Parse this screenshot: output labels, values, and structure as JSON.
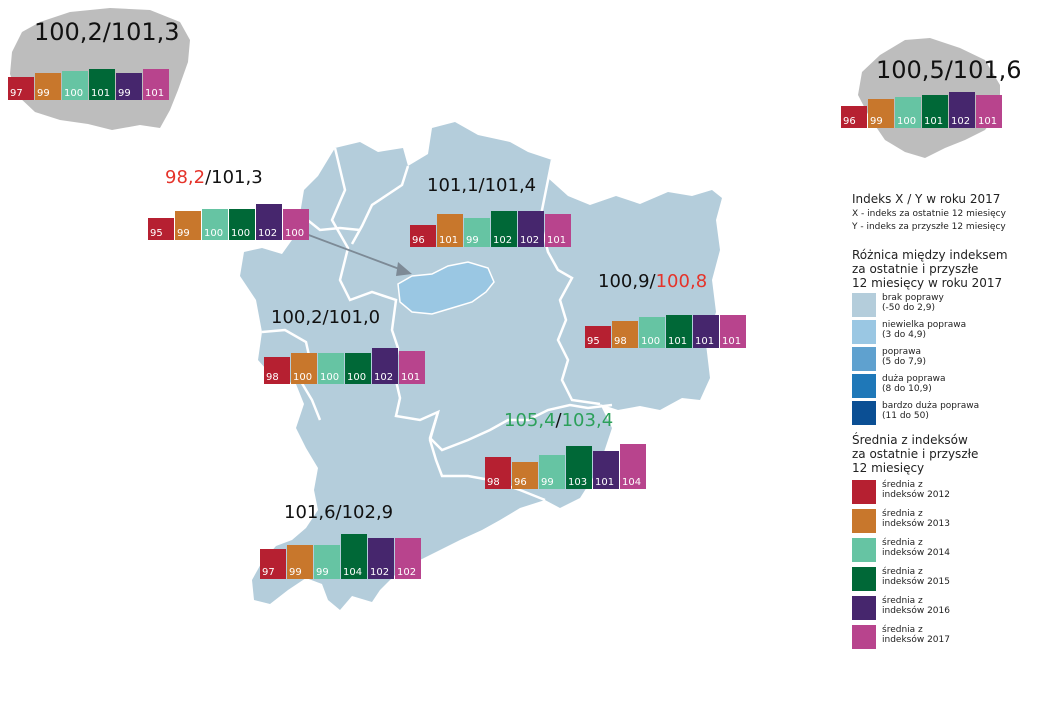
{
  "colors": {
    "y2012": "#b62031",
    "y2013": "#c8772c",
    "y2014": "#66c4a3",
    "y2015": "#006837",
    "y2016": "#46266d",
    "y2017": "#b8448d",
    "map": "#b4cddb",
    "city": "#9ac7e3",
    "poland": "#bdbdbd",
    "red_text": "#e5332a",
    "green_text": "#2ca05a"
  },
  "poland": {
    "label": "100,2/101,3",
    "values": [
      "97",
      "99",
      "100",
      "101",
      "99",
      "101"
    ]
  },
  "region": {
    "label": "100,5/101,6",
    "values": [
      "96",
      "99",
      "100",
      "101",
      "102",
      "101"
    ]
  },
  "city": {
    "label_x": "98,2",
    "label_sep": "/",
    "label_y": "101,3",
    "values": [
      "95",
      "99",
      "100",
      "100",
      "102",
      "100"
    ]
  },
  "north": {
    "label": "101,1/101,4",
    "values": [
      "96",
      "101",
      "99",
      "102",
      "102",
      "101"
    ]
  },
  "west": {
    "label": "100,2/101,0",
    "values": [
      "98",
      "100",
      "100",
      "100",
      "102",
      "101"
    ]
  },
  "east": {
    "label_x": "100,9/",
    "label_y": "100,8",
    "values": [
      "95",
      "98",
      "100",
      "101",
      "101",
      "101"
    ]
  },
  "southeast": {
    "label_x": "105,4",
    "label_sep": "/",
    "label_y": "103,4",
    "values": [
      "98",
      "96",
      "99",
      "103",
      "101",
      "104"
    ]
  },
  "southwest": {
    "label": "101,6/102,9",
    "values": [
      "97",
      "99",
      "99",
      "104",
      "102",
      "102"
    ]
  },
  "legend": {
    "title": "Indeks X / Y w roku 2017",
    "x_desc": "X - indeks za ostatnie 12 miesięcy",
    "y_desc": "Y - indeks za przyszłe 12 miesięcy",
    "diff_title": [
      "Różnica między indeksem",
      "za ostatnie i przyszłe",
      "12 miesięcy w roku 2017"
    ],
    "diff_items": [
      {
        "label": "brak poprawy",
        "range": "(-50 do 2,9)",
        "color": "#b4cddb"
      },
      {
        "label": "niewielka poprawa",
        "range": "(3 do 4,9)",
        "color": "#9ac7e3"
      },
      {
        "label": "poprawa",
        "range": "(5 do 7,9)",
        "color": "#5fa1cf"
      },
      {
        "label": "duża poprawa",
        "range": "(8 do 10,9)",
        "color": "#1f78b8"
      },
      {
        "label": "bardzo duża poprawa",
        "range": "(11 do 50)",
        "color": "#0b4f94"
      }
    ],
    "avg_title": [
      "Średnia z indeksów",
      "za ostatnie i przyszłe",
      "12 miesięcy"
    ],
    "avg_items": [
      {
        "line1": "średnia z",
        "line2": "indeksów 2012",
        "color": "#b62031"
      },
      {
        "line1": "średnia z",
        "line2": "indeksów 2013",
        "color": "#c8772c"
      },
      {
        "line1": "średnia z",
        "line2": "indeksów 2014",
        "color": "#66c4a3"
      },
      {
        "line1": "średnia z",
        "line2": "indeksów 2015",
        "color": "#006837"
      },
      {
        "line1": "średnia z",
        "line2": "indeksów 2016",
        "color": "#46266d"
      },
      {
        "line1": "średnia z",
        "line2": "indeksów 2017",
        "color": "#b8448d"
      }
    ]
  }
}
